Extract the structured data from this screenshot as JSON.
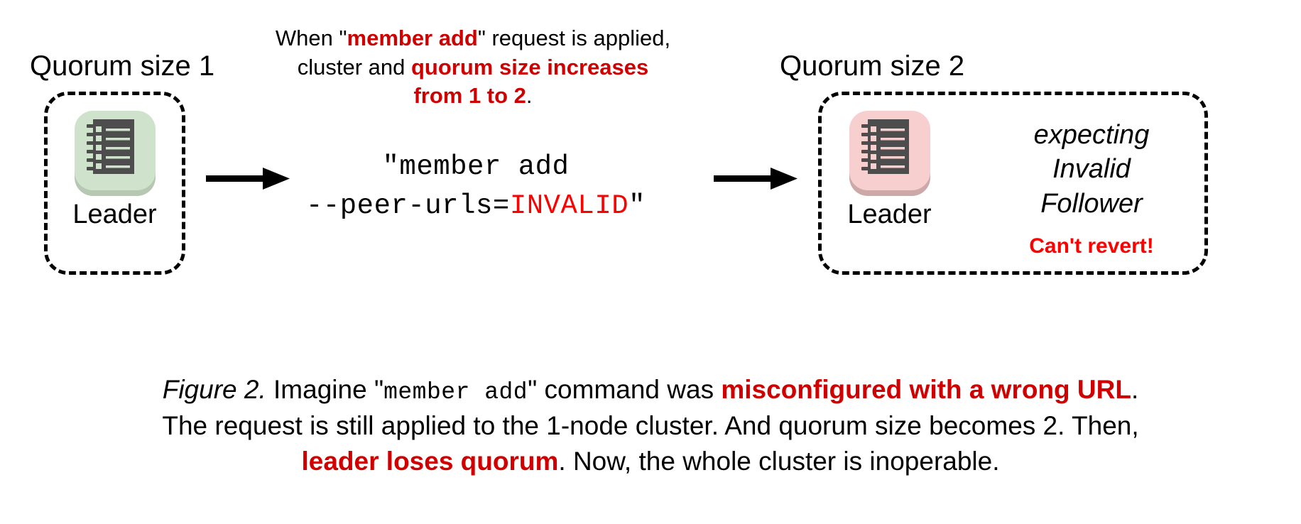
{
  "figure": {
    "clusters": [
      {
        "id": "left",
        "label": "Quorum size 1",
        "node_caption": "Leader",
        "icon": "ledger-icon",
        "tile_color": "#CFE2CB",
        "tile_shadow_color": "#B6C7B2",
        "glyph_color": "#4D4D4D",
        "glyph_line_color": "#CFE2CB"
      },
      {
        "id": "right",
        "label": "Quorum size 2",
        "node_caption": "Leader",
        "icon": "ledger-icon",
        "tile_color": "#F7CFCF",
        "tile_shadow_color": "#CCA8A8",
        "glyph_color": "#4D4D4D",
        "glyph_line_color": "#F7CFCF"
      }
    ],
    "top_note": {
      "line1_part1": "When \"",
      "line1_emphasis": "member add",
      "line1_part2": "\" request is applied,",
      "line2_part1": "cluster and ",
      "line2_emphasis": "quorum size increases",
      "line3_emphasis": "from 1 to 2",
      "line3_part2": "."
    },
    "command": {
      "line1": "\"member add",
      "line2_prefix": "--peer-urls=",
      "line2_invalid": "INVALID",
      "line2_suffix": "\""
    },
    "right_box_text": {
      "expecting_line1": "expecting",
      "expecting_line2": "Invalid",
      "expecting_line3": "Follower",
      "warning": "Can't revert!"
    },
    "arrows": [
      {
        "name": "arrow-cluster-to-command",
        "direction": "right"
      },
      {
        "name": "arrow-command-to-cluster",
        "direction": "right"
      }
    ],
    "caption": {
      "label": "Figure 2.",
      "line1_a": " Imagine \"",
      "line1_mono": "member add",
      "line1_b": "\" command was ",
      "line1_emphasis": "misconfigured with a wrong URL",
      "line1_c": ".",
      "line2": "The request is still applied to the 1-node cluster. And quorum size becomes 2. Then,",
      "line3_emphasis": "leader loses quorum",
      "line3_b": ". Now, the whole cluster is inoperable."
    },
    "colors": {
      "emphasis_red": "#D00000",
      "alert_red": "#FF0000",
      "text_black": "#000000",
      "background": "#FFFFFF"
    }
  }
}
